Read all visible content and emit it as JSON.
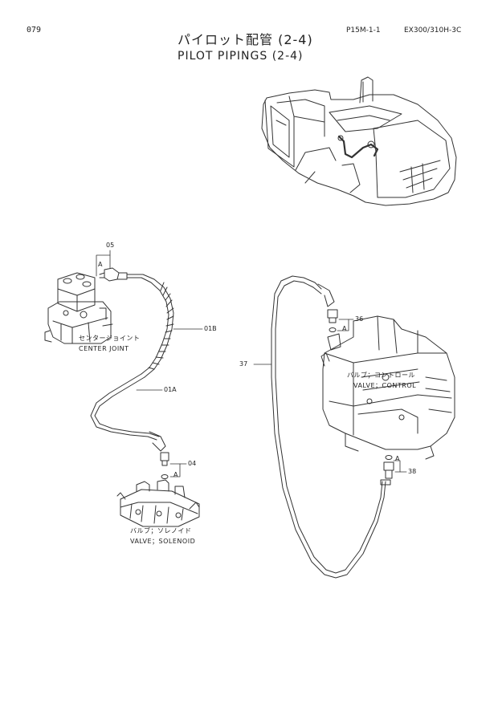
{
  "header": {
    "page_number": "079",
    "doc_code": "P15M-1-1",
    "model": "EX300/310H-3C",
    "title_jp": "パイロット配管 (2-4)",
    "title_en": "PILOT PIPINGS (2-4)"
  },
  "parts": {
    "p05": "05",
    "p01b": "01B",
    "p01a": "01A",
    "p04": "04",
    "p36": "36",
    "p37": "37",
    "p38": "38",
    "a1": "A",
    "a2": "A",
    "a3": "A",
    "a4": "A"
  },
  "captions": {
    "center_joint_jp": "センタージョイント",
    "center_joint_en": "CENTER JOINT",
    "valve_control_jp": "バルブ；コントロール",
    "valve_control_en": "VALVE；CONTROL",
    "valve_solenoid_jp": "バルブ；ソレノイド",
    "valve_solenoid_en": "VALVE；SOLENOID"
  }
}
